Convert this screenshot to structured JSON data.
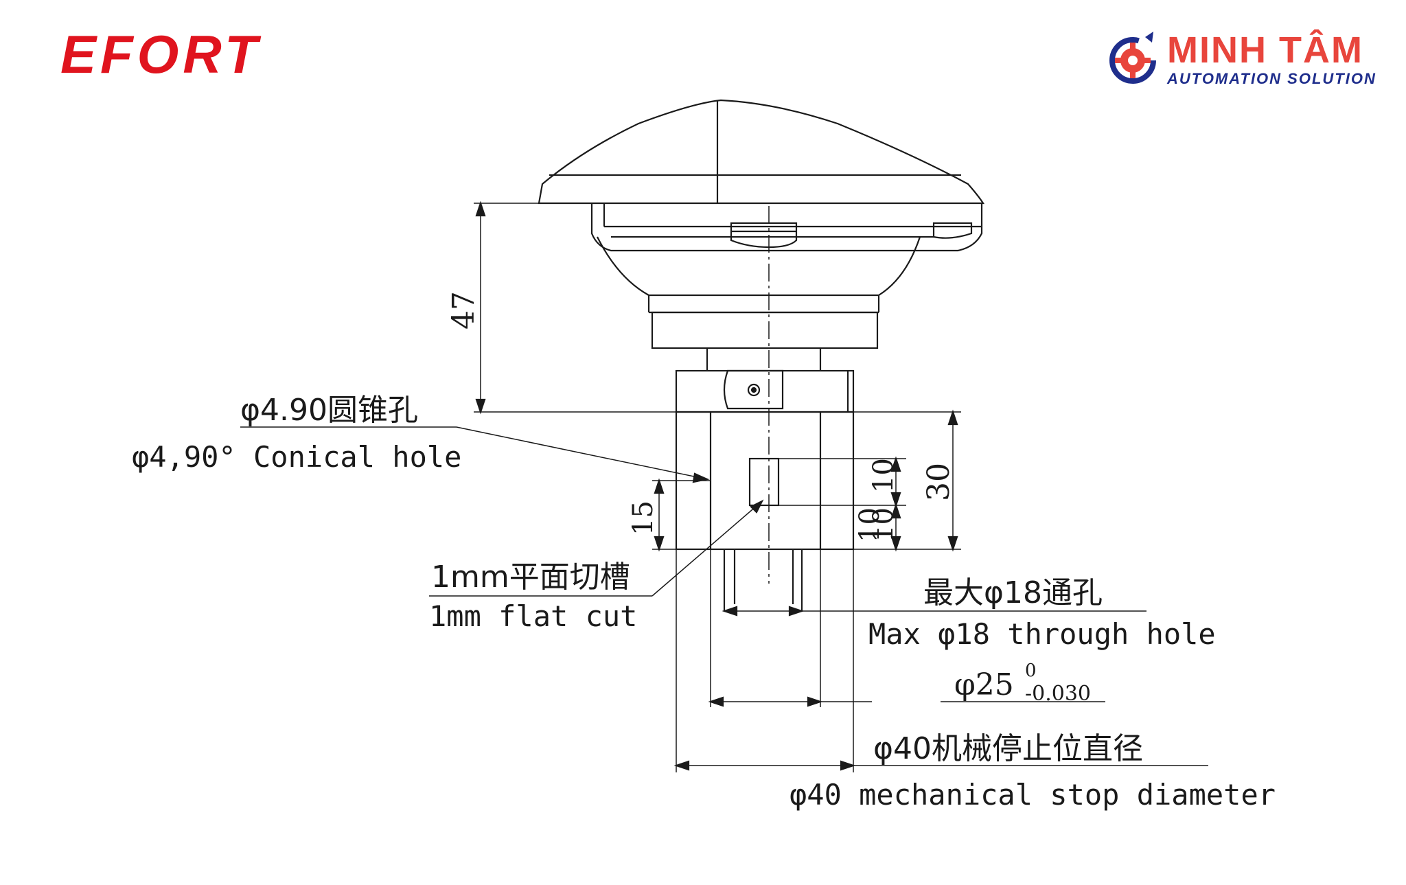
{
  "brand": {
    "left_logo": "EFORT",
    "right_logo_name": "MINH TÂM",
    "right_logo_tagline": "AUTOMATION SOLUTION",
    "left_color": "#e0141e",
    "right_name_color": "#e8453c",
    "right_tagline_color": "#1f2e8c",
    "icon": "gear-icon"
  },
  "dimensions": {
    "height_47": "47",
    "height_30": "30",
    "height_15": "15",
    "height_10a": "10",
    "height_10b": "10",
    "height_10c": "10"
  },
  "labels": {
    "conical_cn": "φ4.90圆锥孔",
    "conical_en": "φ4,90° Conical hole",
    "flatcut_cn": "1mm平面切槽",
    "flatcut_en": "1mm flat cut",
    "through_cn": "最大φ18通孔",
    "through_en": "Max φ18 through hole",
    "phi25_main": "φ25",
    "phi25_upper": "0",
    "phi25_lower": "-0.030",
    "stop_cn": "φ40机械停止位直径",
    "stop_en": "φ40 mechanical stop diameter"
  }
}
